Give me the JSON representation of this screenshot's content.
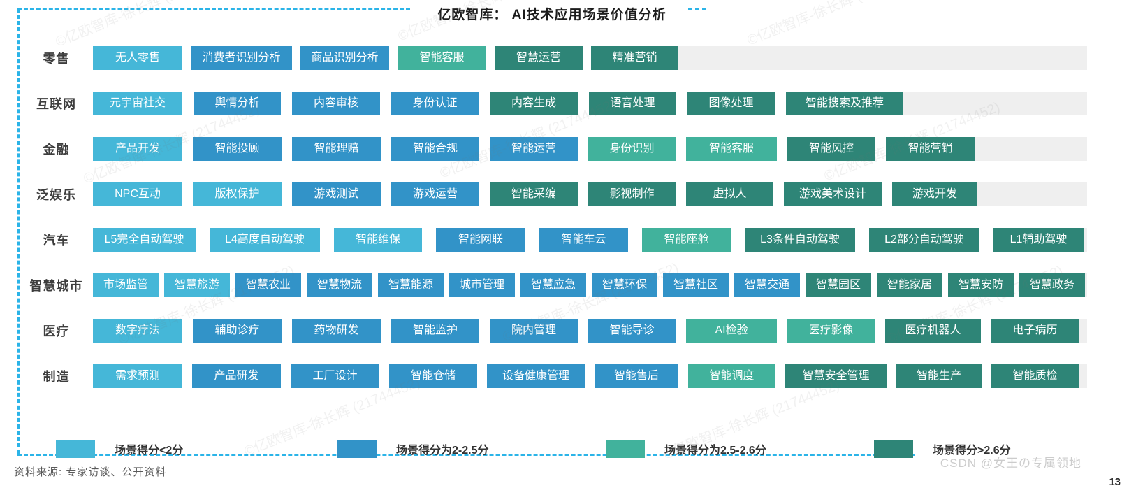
{
  "title": "亿欧智库： AI技术应用场景价值分析",
  "source_note": "资料来源: 专家访谈、公开资料",
  "csdn_watermark": "CSDN @女王の专属领地",
  "page_number": "13",
  "diagonal_watermark": "©亿欧智库-徐长辉 (21744452)",
  "chart_data": {
    "type": "heatmap",
    "title": "亿欧智库： AI技术应用场景价值分析",
    "legend_position": "bottom",
    "frame_color": "#2bb4e8",
    "track_color": "#efefef",
    "score_colors": {
      "lt2": "#45b7d8",
      "s2_25": "#3293c8",
      "s25_26": "#41b29c",
      "gt26": "#2e8577"
    },
    "legend": [
      {
        "key": "lt2",
        "label": "场景得分<2分"
      },
      {
        "key": "s2_25",
        "label": "场景得分为2-2.5分"
      },
      {
        "key": "s25_26",
        "label": "场景得分为2.5-2.6分"
      },
      {
        "key": "gt26",
        "label": "场景得分>2.6分"
      }
    ],
    "rows": [
      {
        "category": "零售",
        "gap": 12,
        "items": [
          {
            "label": "无人零售",
            "score": "lt2",
            "w": 128
          },
          {
            "label": "消费者识别分析",
            "score": "s2_25",
            "w": 145
          },
          {
            "label": "商品识别分析",
            "score": "s2_25",
            "w": 127
          },
          {
            "label": "智能客服",
            "score": "s25_26",
            "w": 127
          },
          {
            "label": "智慧运营",
            "score": "gt26",
            "w": 126
          },
          {
            "label": "精准营销",
            "score": "gt26",
            "w": 125
          }
        ]
      },
      {
        "category": "互联网",
        "gap": 16,
        "items": [
          {
            "label": "元宇宙社交",
            "score": "lt2",
            "w": 128
          },
          {
            "label": "舆情分析",
            "score": "s2_25",
            "w": 125
          },
          {
            "label": "内容审核",
            "score": "s2_25",
            "w": 126
          },
          {
            "label": "身份认证",
            "score": "s2_25",
            "w": 125
          },
          {
            "label": "内容生成",
            "score": "gt26",
            "w": 126
          },
          {
            "label": "语音处理",
            "score": "gt26",
            "w": 125
          },
          {
            "label": "图像处理",
            "score": "gt26",
            "w": 125
          },
          {
            "label": "智能搜索及推荐",
            "score": "gt26",
            "w": 168
          }
        ]
      },
      {
        "category": "金融",
        "gap": 15,
        "items": [
          {
            "label": "产品开发",
            "score": "lt2",
            "w": 128
          },
          {
            "label": "智能投顾",
            "score": "s2_25",
            "w": 127
          },
          {
            "label": "智能理赔",
            "score": "s2_25",
            "w": 127
          },
          {
            "label": "智能合规",
            "score": "s2_25",
            "w": 126
          },
          {
            "label": "智能运营",
            "score": "s2_25",
            "w": 126
          },
          {
            "label": "身份识别",
            "score": "s25_26",
            "w": 125
          },
          {
            "label": "智能客服",
            "score": "s25_26",
            "w": 130
          },
          {
            "label": "智能风控",
            "score": "gt26",
            "w": 126
          },
          {
            "label": "智能营销",
            "score": "gt26",
            "w": 127
          }
        ]
      },
      {
        "category": "泛娱乐",
        "gap": 15,
        "items": [
          {
            "label": "NPC互动",
            "score": "lt2",
            "w": 128
          },
          {
            "label": "版权保护",
            "score": "lt2",
            "w": 127
          },
          {
            "label": "游戏测试",
            "score": "s2_25",
            "w": 127
          },
          {
            "label": "游戏运营",
            "score": "s2_25",
            "w": 126
          },
          {
            "label": "智能采编",
            "score": "gt26",
            "w": 126
          },
          {
            "label": "影视制作",
            "score": "gt26",
            "w": 125
          },
          {
            "label": "虚拟人",
            "score": "gt26",
            "w": 125
          },
          {
            "label": "游戏美术设计",
            "score": "gt26",
            "w": 140
          },
          {
            "label": "游戏开发",
            "score": "gt26",
            "w": 122
          }
        ]
      },
      {
        "category": "汽车",
        "gap": 20,
        "items": [
          {
            "label": "L5完全自动驾驶",
            "score": "lt2",
            "w": 147
          },
          {
            "label": "L4高度自动驾驶",
            "score": "lt2",
            "w": 158
          },
          {
            "label": "智能维保",
            "score": "lt2",
            "w": 126
          },
          {
            "label": "智能网联",
            "score": "s2_25",
            "w": 128
          },
          {
            "label": "智能车云",
            "score": "s2_25",
            "w": 127
          },
          {
            "label": "智能座舱",
            "score": "s25_26",
            "w": 127
          },
          {
            "label": "L3条件自动驾驶",
            "score": "gt26",
            "w": 158
          },
          {
            "label": "L2部分自动驾驶",
            "score": "gt26",
            "w": 158
          },
          {
            "label": "L1辅助驾驶",
            "score": "gt26",
            "w": 129
          }
        ]
      },
      {
        "category": "智慧城市",
        "gap": 8,
        "items": [
          {
            "label": "市场监管",
            "score": "lt2",
            "w": 94
          },
          {
            "label": "智慧旅游",
            "score": "lt2",
            "w": 94
          },
          {
            "label": "智慧农业",
            "score": "s2_25",
            "w": 94
          },
          {
            "label": "智慧物流",
            "score": "s2_25",
            "w": 94
          },
          {
            "label": "智慧能源",
            "score": "s2_25",
            "w": 94
          },
          {
            "label": "城市管理",
            "score": "s2_25",
            "w": 94
          },
          {
            "label": "智慧应急",
            "score": "s2_25",
            "w": 94
          },
          {
            "label": "智慧环保",
            "score": "s2_25",
            "w": 94
          },
          {
            "label": "智慧社区",
            "score": "s2_25",
            "w": 94
          },
          {
            "label": "智慧交通",
            "score": "s2_25",
            "w": 94
          },
          {
            "label": "智慧园区",
            "score": "gt26",
            "w": 94
          },
          {
            "label": "智能家居",
            "score": "gt26",
            "w": 94
          },
          {
            "label": "智慧安防",
            "score": "gt26",
            "w": 94
          },
          {
            "label": "智慧政务",
            "score": "gt26",
            "w": 94
          }
        ]
      },
      {
        "category": "医疗",
        "gap": 15,
        "items": [
          {
            "label": "数字疗法",
            "score": "lt2",
            "w": 128
          },
          {
            "label": "辅助诊疗",
            "score": "s2_25",
            "w": 127
          },
          {
            "label": "药物研发",
            "score": "s2_25",
            "w": 127
          },
          {
            "label": "智能监护",
            "score": "s2_25",
            "w": 126
          },
          {
            "label": "院内管理",
            "score": "s2_25",
            "w": 126
          },
          {
            "label": "智能导诊",
            "score": "s2_25",
            "w": 125
          },
          {
            "label": "AI检验",
            "score": "s25_26",
            "w": 130
          },
          {
            "label": "医疗影像",
            "score": "s25_26",
            "w": 125
          },
          {
            "label": "医疗机器人",
            "score": "gt26",
            "w": 137
          },
          {
            "label": "电子病历",
            "score": "gt26",
            "w": 125
          }
        ]
      },
      {
        "category": "制造",
        "gap": 14,
        "items": [
          {
            "label": "需求预测",
            "score": "lt2",
            "w": 128
          },
          {
            "label": "产品研发",
            "score": "s2_25",
            "w": 127
          },
          {
            "label": "工厂设计",
            "score": "s2_25",
            "w": 127
          },
          {
            "label": "智能仓储",
            "score": "s2_25",
            "w": 126
          },
          {
            "label": "设备健康管理",
            "score": "s2_25",
            "w": 140
          },
          {
            "label": "智能售后",
            "score": "s2_25",
            "w": 120
          },
          {
            "label": "智能调度",
            "score": "s25_26",
            "w": 125
          },
          {
            "label": "智慧安全管理",
            "score": "gt26",
            "w": 145
          },
          {
            "label": "智能生产",
            "score": "gt26",
            "w": 122
          },
          {
            "label": "智能质检",
            "score": "gt26",
            "w": 125
          }
        ]
      }
    ]
  }
}
